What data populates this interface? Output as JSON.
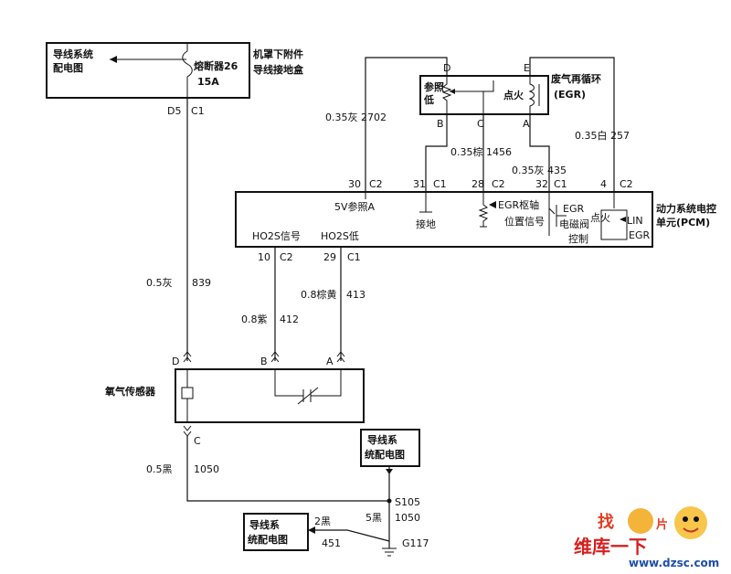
{
  "fuse_block": {
    "box_label_1": "导线系统",
    "box_label_2": "配电图",
    "fuse_name": "熔断器26",
    "fuse_rating": "15A",
    "location_1": "机罩下附件",
    "location_2": "导线接地盒",
    "pin_d": "D5",
    "pin_c": "C1"
  },
  "egr_valve": {
    "name": "废气再循环",
    "abbr": "(EGR)",
    "ref_label_1": "参照",
    "ref_label_2": "低",
    "ign_label": "点火",
    "pin_d": "D",
    "pin_e": "E",
    "pin_b": "B",
    "pin_c": "C",
    "pin_a": "A"
  },
  "wires": {
    "w2702": "0.35灰 2702",
    "w1456": "0.35棕 1456",
    "w435": "0.35灰 435",
    "w257": "0.35白 257",
    "w839_color": "0.5灰",
    "w839_num": "839",
    "w412_color": "0.8紫",
    "w412_num": "412",
    "w413_color": "0.8棕黄",
    "w413_num": "413",
    "w1050a_color": "0.5黑",
    "w1050a_num": "1050",
    "w1050b_color": "5黑",
    "w1050b_num": "1050",
    "w451_color": "2黑",
    "w451_num": "451"
  },
  "pcm": {
    "name_1": "动力系统电控",
    "name_2": "单元(PCM)",
    "ref5v": "5V参照A",
    "ho2s_sig": "HO2S信号",
    "ho2s_low": "HO2S低",
    "ground": "接地",
    "egr_pos_1": "EGR枢轴",
    "egr_pos_2": "位置信号",
    "egr_sol_1": "EGR",
    "egr_sol_2": "电磁阀",
    "egr_sol_3": "控制",
    "ign": "点火",
    "lin": "LIN",
    "egr_tag": "EGR",
    "pin30": "30",
    "pin30c": "C2",
    "pin31": "31",
    "pin31c": "C1",
    "pin28": "28",
    "pin28c": "C2",
    "pin32": "32",
    "pin32c": "C1",
    "pin4": "4",
    "pin4c": "C2",
    "pin10": "10",
    "pin10c": "C2",
    "pin29": "29",
    "pin29c": "C1"
  },
  "o2_sensor": {
    "name": "氧气传感器",
    "pin_d": "D",
    "pin_b": "B",
    "pin_a": "A",
    "pin_c": "C"
  },
  "splice": {
    "s105": "S105",
    "g117": "G117",
    "ref_box_1a": "导线系",
    "ref_box_1b": "统配电图",
    "ref_box_2a": "导线系",
    "ref_box_2b": "统配电图"
  },
  "watermark": {
    "top": "找",
    "top2": "片",
    "brand": "维库一下",
    "site": "www.dzsc.com"
  }
}
